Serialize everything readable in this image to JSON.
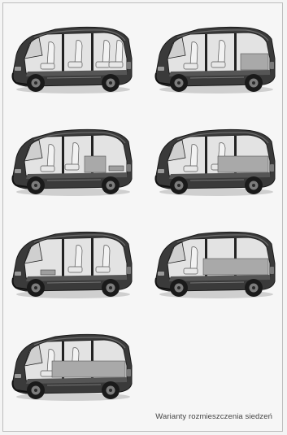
{
  "caption": "Warianty rozmieszczenia siedzeń",
  "diagrams": [
    {
      "id": "variant-1",
      "variant": "full-seats"
    },
    {
      "id": "variant-2",
      "variant": "one-rear-folded"
    },
    {
      "id": "variant-3",
      "variant": "rear-row-folded-partial"
    },
    {
      "id": "variant-4",
      "variant": "rear-row-folded-full"
    },
    {
      "id": "variant-5",
      "variant": "front-passenger-folded"
    },
    {
      "id": "variant-6",
      "variant": "max-cargo"
    },
    {
      "id": "variant-7",
      "variant": "long-load"
    }
  ]
}
